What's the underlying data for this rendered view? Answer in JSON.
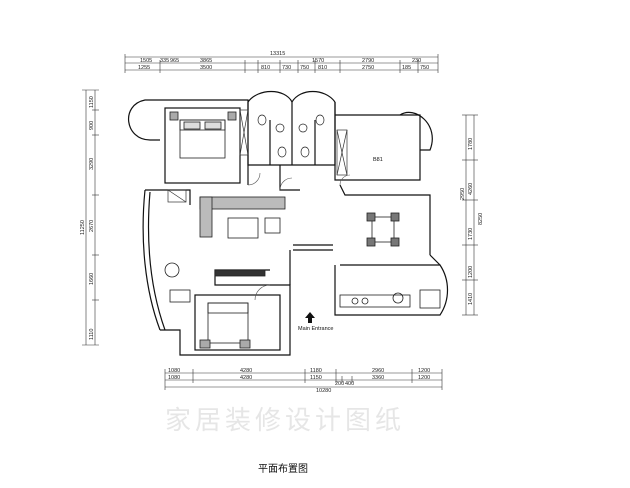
{
  "top_dims": {
    "overall": "13315",
    "row1": [
      "1505",
      "335",
      "965",
      "3865",
      "1570",
      "2790",
      "230"
    ],
    "row2": [
      "1255",
      "3500",
      "810",
      "730",
      "750",
      "810",
      "2750",
      "185",
      "750"
    ]
  },
  "bottom_dims": {
    "row1": [
      "1080",
      "4280",
      "1180",
      "2960",
      "1200"
    ],
    "row2": [
      "1080",
      "4280",
      "1150",
      "200",
      "400",
      "3360",
      "1200"
    ],
    "overall": "10280"
  },
  "left_dims": {
    "overall": "11250",
    "values": [
      "1150",
      "900",
      "3290",
      "2670",
      "1660",
      "1110"
    ]
  },
  "right_dims": {
    "overall": "8250",
    "values": [
      "1780",
      "4260",
      "1730",
      "2950",
      "1200",
      "1410"
    ]
  },
  "labels": {
    "room_tag": "B81",
    "entrance": "Main Entrance",
    "caption": "平面布置图",
    "watermark": "家居装修设计图纸"
  }
}
